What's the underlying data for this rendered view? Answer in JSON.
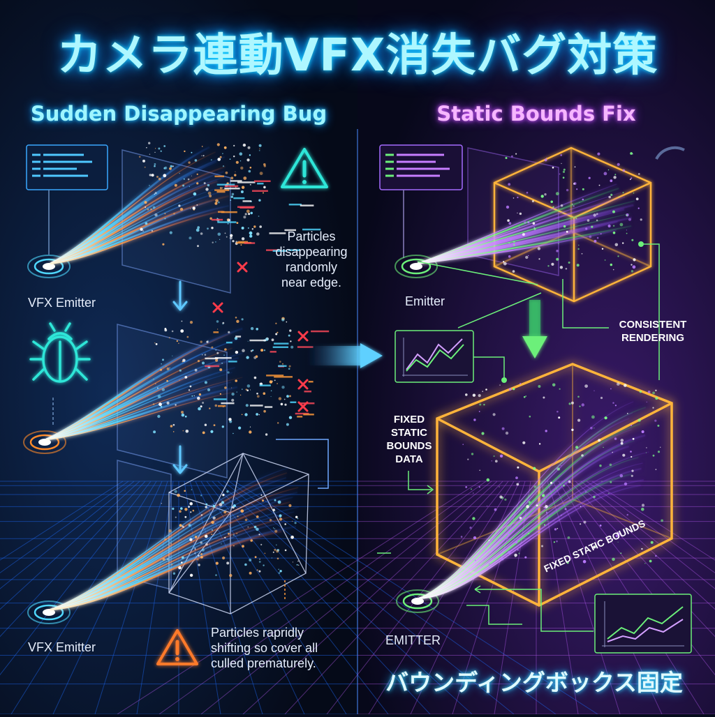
{
  "title": "カメラ連動VFX消失バグ対策",
  "left_panel": {
    "heading": "Sudden Disappearing Bug",
    "emitter_label_1": "VFX Emitter",
    "emitter_label_2": "VFX Emitter",
    "note_1": [
      "Particles",
      "disappearing",
      "randomly",
      "near edge."
    ],
    "note_2": [
      "Particles  rapridly",
      "shifting so cover all",
      "culled prematurely."
    ]
  },
  "right_panel": {
    "heading": "Static Bounds Fix",
    "emitter_label_1": "Emitter",
    "emitter_label_2": "EMITTER",
    "callout_consistent": [
      "CONSISTENT",
      "RENDERING"
    ],
    "callout_fixed_data": [
      "FIXED",
      "STATIC",
      "BOUNDS",
      "DATA"
    ],
    "bounds_label": "FIXED STATIC BOUNDS",
    "footer_jp": "バウンディングボックス固定"
  },
  "colors": {
    "background": "#060c1c",
    "left_accent": "#22c8ff",
    "right_accent": "#b45cff",
    "warning": "#ff7a2a",
    "bounds_box": "#ffb43a",
    "fix_green": "#6cf07a",
    "error_x": "#ff3b4a"
  },
  "icons": [
    "warning-triangle-icon",
    "bug-icon",
    "x-mark-icon",
    "down-arrow-icon",
    "right-arrow-icon",
    "emitter-ring-icon",
    "code-panel-icon",
    "graph-panel-icon"
  ]
}
